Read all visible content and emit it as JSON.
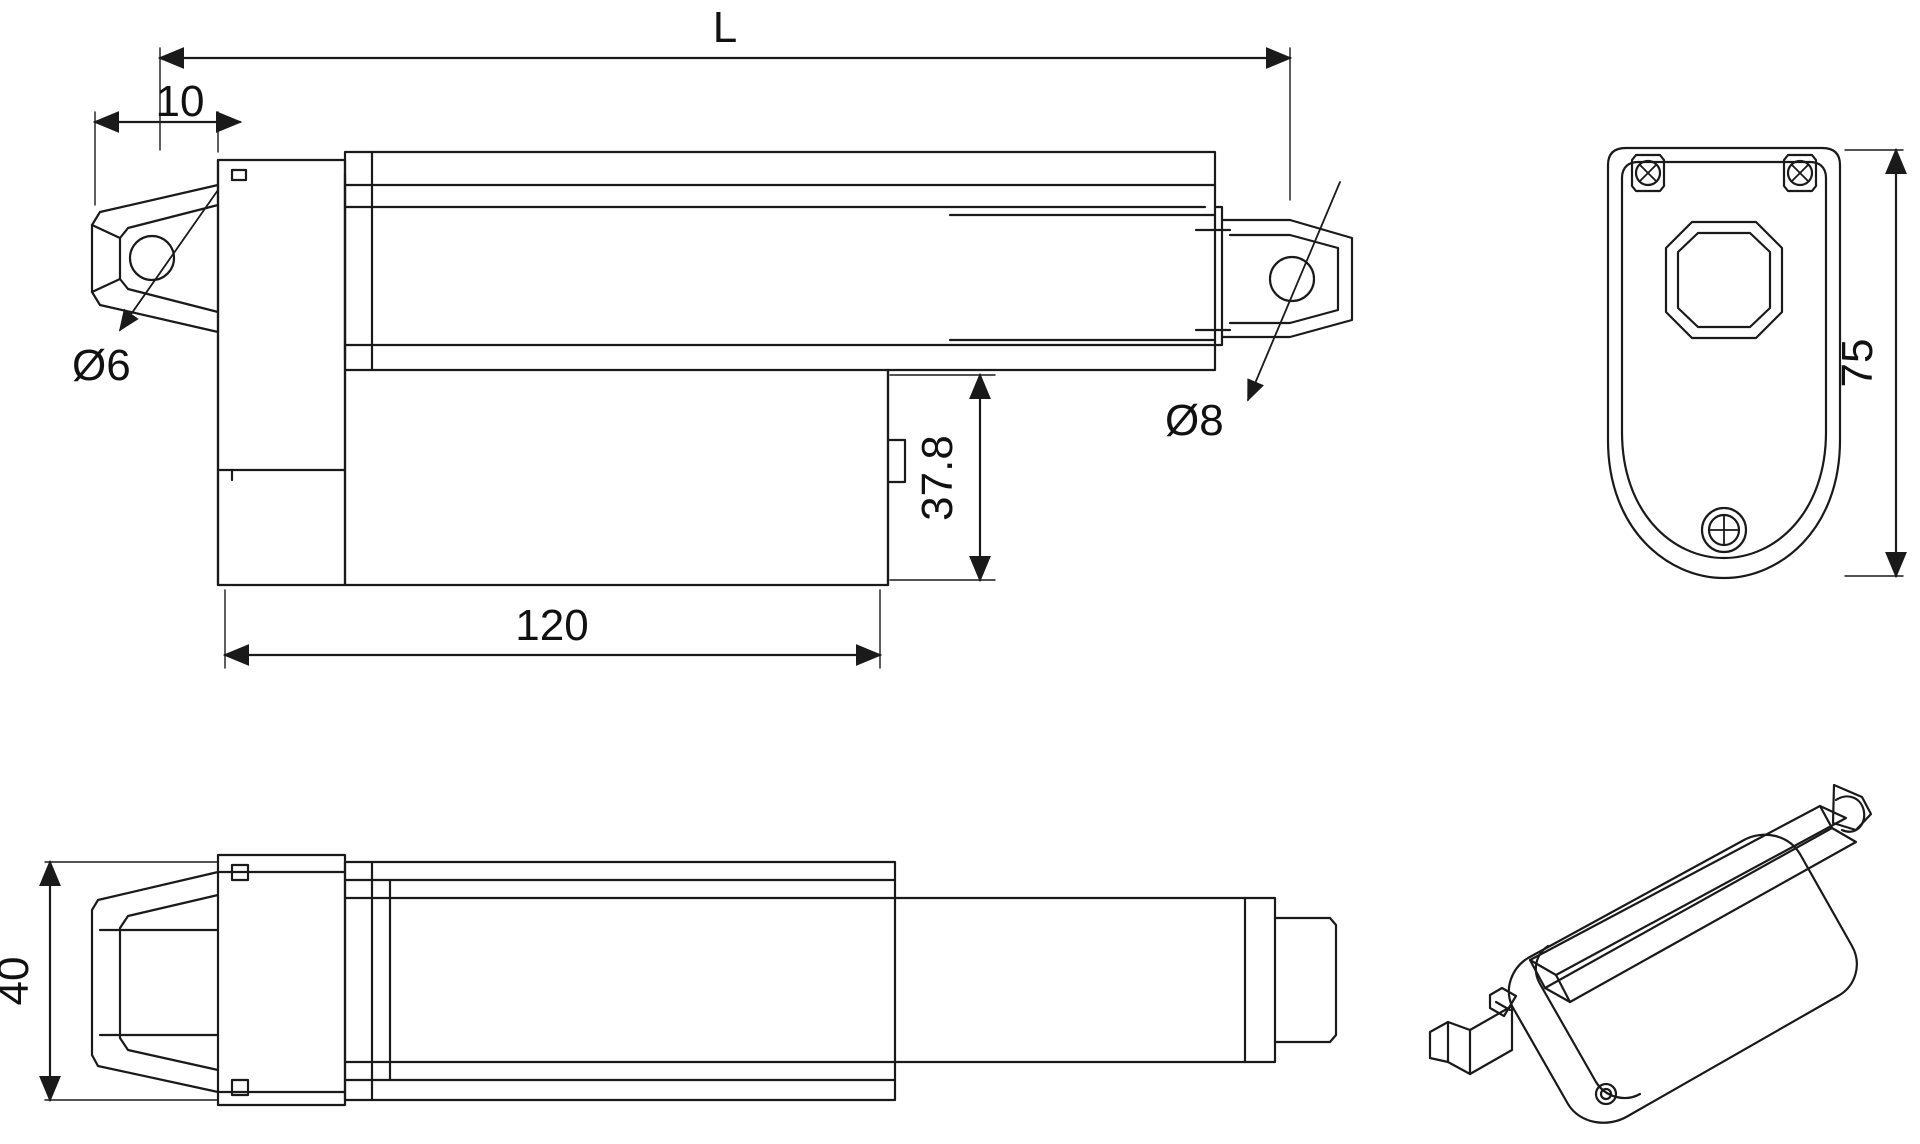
{
  "drawing": {
    "title": "Linear actuator technical drawing",
    "line_color": "#1a1a1a",
    "background": "#ffffff",
    "views": [
      {
        "id": "top-view",
        "name": "side-elevation-view",
        "position": "top-left"
      },
      {
        "id": "end-view",
        "name": "mounting-bracket-end-view",
        "position": "top-right"
      },
      {
        "id": "bottom-view",
        "name": "plan-view",
        "position": "bottom-left"
      },
      {
        "id": "iso-view",
        "name": "isometric-view",
        "position": "bottom-right"
      }
    ],
    "dimensions": {
      "overall_length": "L",
      "stroke_offset": "10",
      "clevis_pin_small": "Ø6",
      "clevis_pin_large": "Ø8",
      "body_height": "37.8",
      "body_length": "120",
      "bracket_height": "75",
      "plan_width": "40"
    }
  }
}
